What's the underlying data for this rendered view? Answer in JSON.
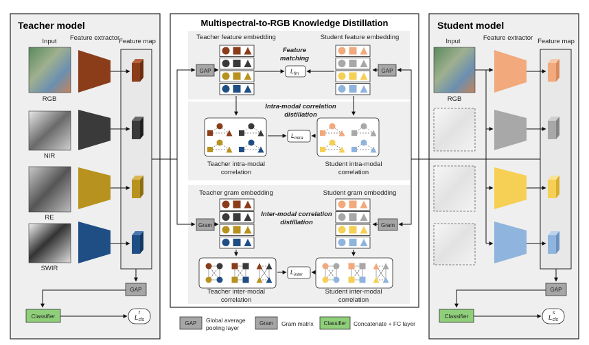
{
  "teacher": {
    "title": "Teacher model",
    "col_input": "Input",
    "col_extractor": "Feature extractor",
    "col_featmap": "Feature map",
    "inputs": [
      "RGB",
      "NIR",
      "RE",
      "SWIR"
    ],
    "gap": "GAP",
    "classifier": "Classifier",
    "loss_base": "L",
    "loss_sub": "cls",
    "loss_sup": "t",
    "colors": [
      "#8b3d1a",
      "#3a3a3a",
      "#b8921f",
      "#1f4e85"
    ]
  },
  "student": {
    "title": "Student model",
    "col_input": "Input",
    "col_extractor": "Feature extractor",
    "col_featmap": "Feature map",
    "input_label": "RGB",
    "gap": "GAP",
    "classifier": "Classifier",
    "loss_base": "L",
    "loss_sub": "cls",
    "loss_sup": "s",
    "colors": [
      "#f2a97c",
      "#a8a8a8",
      "#f6cf55",
      "#8fb4dd"
    ]
  },
  "distill": {
    "title": "Multispectral-to-RGB Knowledge Distillation",
    "teacher_feat_emb": "Teacher feature embedding",
    "student_feat_emb": "Student feature embedding",
    "feature_matching": [
      "Feature",
      "matching"
    ],
    "loss_fm_base": "L",
    "loss_fm_sub": "fm",
    "intra_title": [
      "Intra-modal correlation",
      "distillation"
    ],
    "loss_intra_base": "L",
    "loss_intra_sub": "intra",
    "teacher_intra": [
      "Teacher intra-modal",
      "correlation"
    ],
    "student_intra": [
      "Student intra-modal",
      "correlation"
    ],
    "teacher_gram_emb": "Teacher gram embedding",
    "student_gram_emb": "Student gram embedding",
    "inter_title": [
      "Inter-modal correlation",
      "distillation"
    ],
    "loss_inter_base": "L",
    "loss_inter_sub": "inter",
    "teacher_inter": [
      "Teacher inter-modal",
      "correlation"
    ],
    "student_inter": [
      "Student inter-modal",
      "correlation"
    ],
    "gap": "GAP",
    "gram": "Gram"
  },
  "legend": {
    "gap_box": "GAP",
    "gap_text": [
      "Global average",
      "pooling layer"
    ],
    "gram_box": "Gram",
    "gram_text": "Gram matrix",
    "classifier_box": "Classifier",
    "classifier_text": "Concatenate + FC layer"
  },
  "colors": {
    "panel_bg": "#efefef",
    "gray_box": "#a6a6a6",
    "classifier_green": "#8fcf7a"
  }
}
